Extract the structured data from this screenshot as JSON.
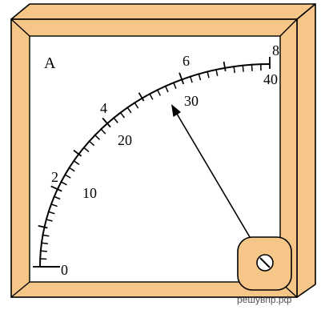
{
  "meter": {
    "unit_label": "A",
    "outer_scale_labels": [
      "2",
      "4",
      "6",
      "8"
    ],
    "inner_scale_labels": [
      "0",
      "10",
      "20",
      "30",
      "40"
    ],
    "outer_scale": {
      "min": 0,
      "max": 8,
      "labeled_values": [
        2,
        4,
        6,
        8
      ]
    },
    "inner_scale": {
      "min": 0,
      "max": 40,
      "labeled_values": [
        0,
        10,
        20,
        30,
        40
      ]
    },
    "needle_reading_inner": 30.5,
    "colors": {
      "frame_fill": "#F6C689",
      "frame_outline": "#000000",
      "face": "#FFFFFF",
      "ink": "#000000"
    }
  },
  "watermark": "решувпр.рф"
}
